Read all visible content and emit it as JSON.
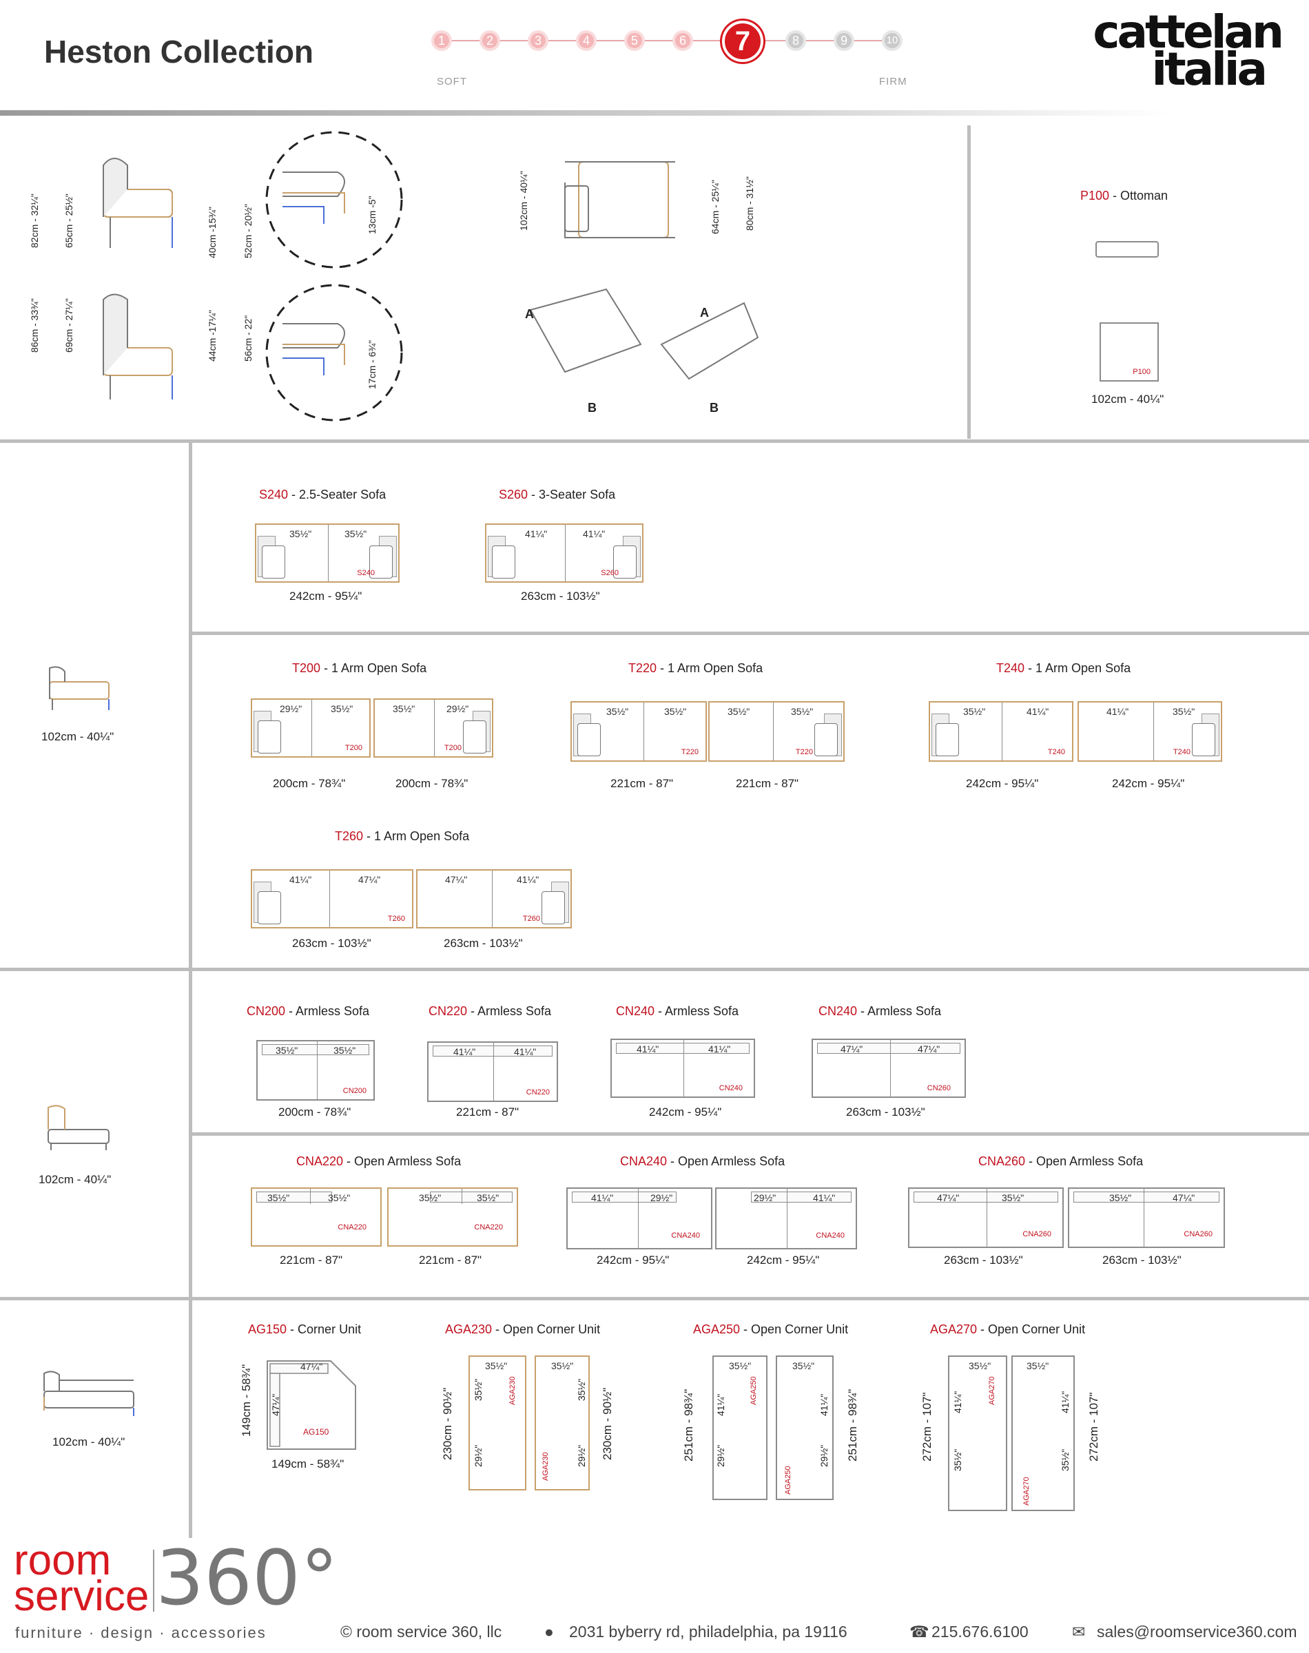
{
  "header": {
    "title": "Heston Collection",
    "firmness_scale": [
      "1",
      "2",
      "3",
      "4",
      "5",
      "6",
      "7",
      "8",
      "9",
      "10"
    ],
    "firmness_selected": "7",
    "soft_label": "SOFT",
    "firm_label": "FIRM"
  },
  "brand": {
    "line1": "cattelan",
    "line2": "italia"
  },
  "diagrams": {
    "side_dims_1": [
      "82cm - 32¼\"",
      "65cm - 25½\"",
      "40cm -15¾\"",
      "52cm - 20½\"",
      "13cm -5\""
    ],
    "side_dims_2": [
      "86cm - 33¾\"",
      "69cm - 27¼\"",
      "44cm -17¼\"",
      "56cm - 22\"",
      "17cm - 6¾\""
    ],
    "side_dims_3": [
      "102cm - 40¼\"",
      "64cm - 25¼\"",
      "80cm - 31½\""
    ],
    "labels": {
      "a": "A",
      "b": "B"
    }
  },
  "ottoman": {
    "code": "P100",
    "name": " - Ottoman",
    "dim": "102cm - 40¼\"",
    "model": "P100"
  },
  "sections": {
    "depth_1": "102cm - 40¼\"",
    "depth_2": "102cm - 40¼\"",
    "depth_3": "102cm - 40¼\""
  },
  "sofas": {
    "s240": {
      "code": "S240",
      "name": " - 2.5-Seater Sofa",
      "seats": [
        "35½\"",
        "35½\""
      ],
      "dim": "242cm - 95¼\"",
      "model": "S240"
    },
    "s260": {
      "code": "S260",
      "name": " - 3-Seater Sofa",
      "seats": [
        "41¼\"",
        "41¼\""
      ],
      "dim": "263cm - 103½\"",
      "model": "S260"
    },
    "t200": {
      "code": "T200",
      "name": " - 1 Arm Open Sofa",
      "a": [
        "29½\"",
        "35½\""
      ],
      "b": [
        "35½\"",
        "29½\""
      ],
      "dims": [
        "200cm - 78¾\"",
        "200cm - 78¾\""
      ],
      "model": "T200"
    },
    "t220": {
      "code": "T220",
      "name": " - 1 Arm Open Sofa",
      "a": [
        "35½\"",
        "35½\""
      ],
      "b": [
        "35½\"",
        "35½\""
      ],
      "dims": [
        "221cm - 87\"",
        "221cm - 87\""
      ],
      "model": "T220"
    },
    "t240": {
      "code": "T240",
      "name": " - 1 Arm Open Sofa",
      "a": [
        "35½\"",
        "41¼\""
      ],
      "b": [
        "41¼\"",
        "35½\""
      ],
      "dims": [
        "242cm - 95¼\"",
        "242cm - 95¼\""
      ],
      "model": "T240"
    },
    "t260": {
      "code": "T260",
      "name": " - 1 Arm Open Sofa",
      "a": [
        "41¼\"",
        "47¼\""
      ],
      "b": [
        "47¼\"",
        "41¼\""
      ],
      "dims": [
        "263cm - 103½\"",
        "263cm - 103½\""
      ],
      "model": "T260"
    },
    "cn200": {
      "code": "CN200",
      "name": " - Armless Sofa",
      "seats": [
        "35½\"",
        "35½\""
      ],
      "dim": "200cm - 78¾\"",
      "model": "CN200"
    },
    "cn220": {
      "code": "CN220",
      "name": " - Armless Sofa",
      "seats": [
        "41¼\"",
        "41¼\""
      ],
      "dim": "221cm - 87\"",
      "model": "CN220"
    },
    "cn240": {
      "code": "CN240",
      "name": " - Armless Sofa",
      "seats": [
        "41¼\"",
        "41¼\""
      ],
      "dim": "242cm - 95¼\"",
      "model": "CN240"
    },
    "cn260": {
      "code": "CN240",
      "name": " - Armless Sofa",
      "seats": [
        "47¼\"",
        "47¼\""
      ],
      "dim": "263cm - 103½\"",
      "model": "CN260"
    },
    "cna220": {
      "code": "CNA220",
      "name": " - Open Armless Sofa",
      "a": [
        "35½\"",
        "35½\""
      ],
      "b": [
        "35½\"",
        "35½\""
      ],
      "dims": [
        "221cm - 87\"",
        "221cm - 87\""
      ],
      "model": "CNA220"
    },
    "cna240": {
      "code": "CNA240",
      "name": " - Open Armless Sofa",
      "a": [
        "41¼\"",
        "29½\""
      ],
      "b": [
        "29½\"",
        "41¼\""
      ],
      "dims": [
        "242cm - 95¼\"",
        "242cm - 95¼\""
      ],
      "model": "CNA240"
    },
    "cna260": {
      "code": "CNA260",
      "name": " - Open Armless Sofa",
      "a": [
        "47¼\"",
        "35½\""
      ],
      "b": [
        "35½\"",
        "47¼\""
      ],
      "dims": [
        "263cm - 103½\"",
        "263cm - 103½\""
      ],
      "model": "CNA260"
    },
    "ag150": {
      "code": "AG150",
      "name": " - Corner Unit",
      "seat_top": "47¼\"",
      "seat_side": "47¼\"",
      "dim_bottom": "149cm - 58¾\"",
      "dim_side": "149cm - 58¾\"",
      "model": "AG150"
    },
    "aga230": {
      "code": "AGA230",
      "name": " - Open Corner Unit",
      "seats": [
        "35½\"",
        "35½\"",
        "35½\"",
        "29½\"",
        "35½\"",
        "29½\""
      ],
      "dims": [
        "230cm - 90½\"",
        "230cm - 90½\""
      ],
      "model": "AGA230"
    },
    "aga250": {
      "code": "AGA250",
      "name": " - Open Corner Unit",
      "seats": [
        "35½\"",
        "35½\"",
        "41¼\"",
        "29½\"",
        "41¼\"",
        "29½\""
      ],
      "dims": [
        "251cm - 98¾\"",
        "251cm - 98¾\""
      ],
      "model": "AGA250"
    },
    "aga270": {
      "code": "AGA270",
      "name": " - Open Corner Unit",
      "seats": [
        "35½\"",
        "35½\"",
        "41¼\"",
        "35½\"",
        "41¼\"",
        "35½\""
      ],
      "dims": [
        "272cm - 107\"",
        "272cm - 107\""
      ],
      "model": "AGA270"
    }
  },
  "footer": {
    "logo_line1": "room",
    "logo_line2": "service",
    "logo_360": "360°",
    "tagline": "furniture  ·  design  ·  accessories",
    "copyright": "© room service 360, llc",
    "address": "2031 byberry rd, philadelphia, pa 19116",
    "phone": "215.676.6100",
    "email": "sales@roomservice360.com"
  }
}
